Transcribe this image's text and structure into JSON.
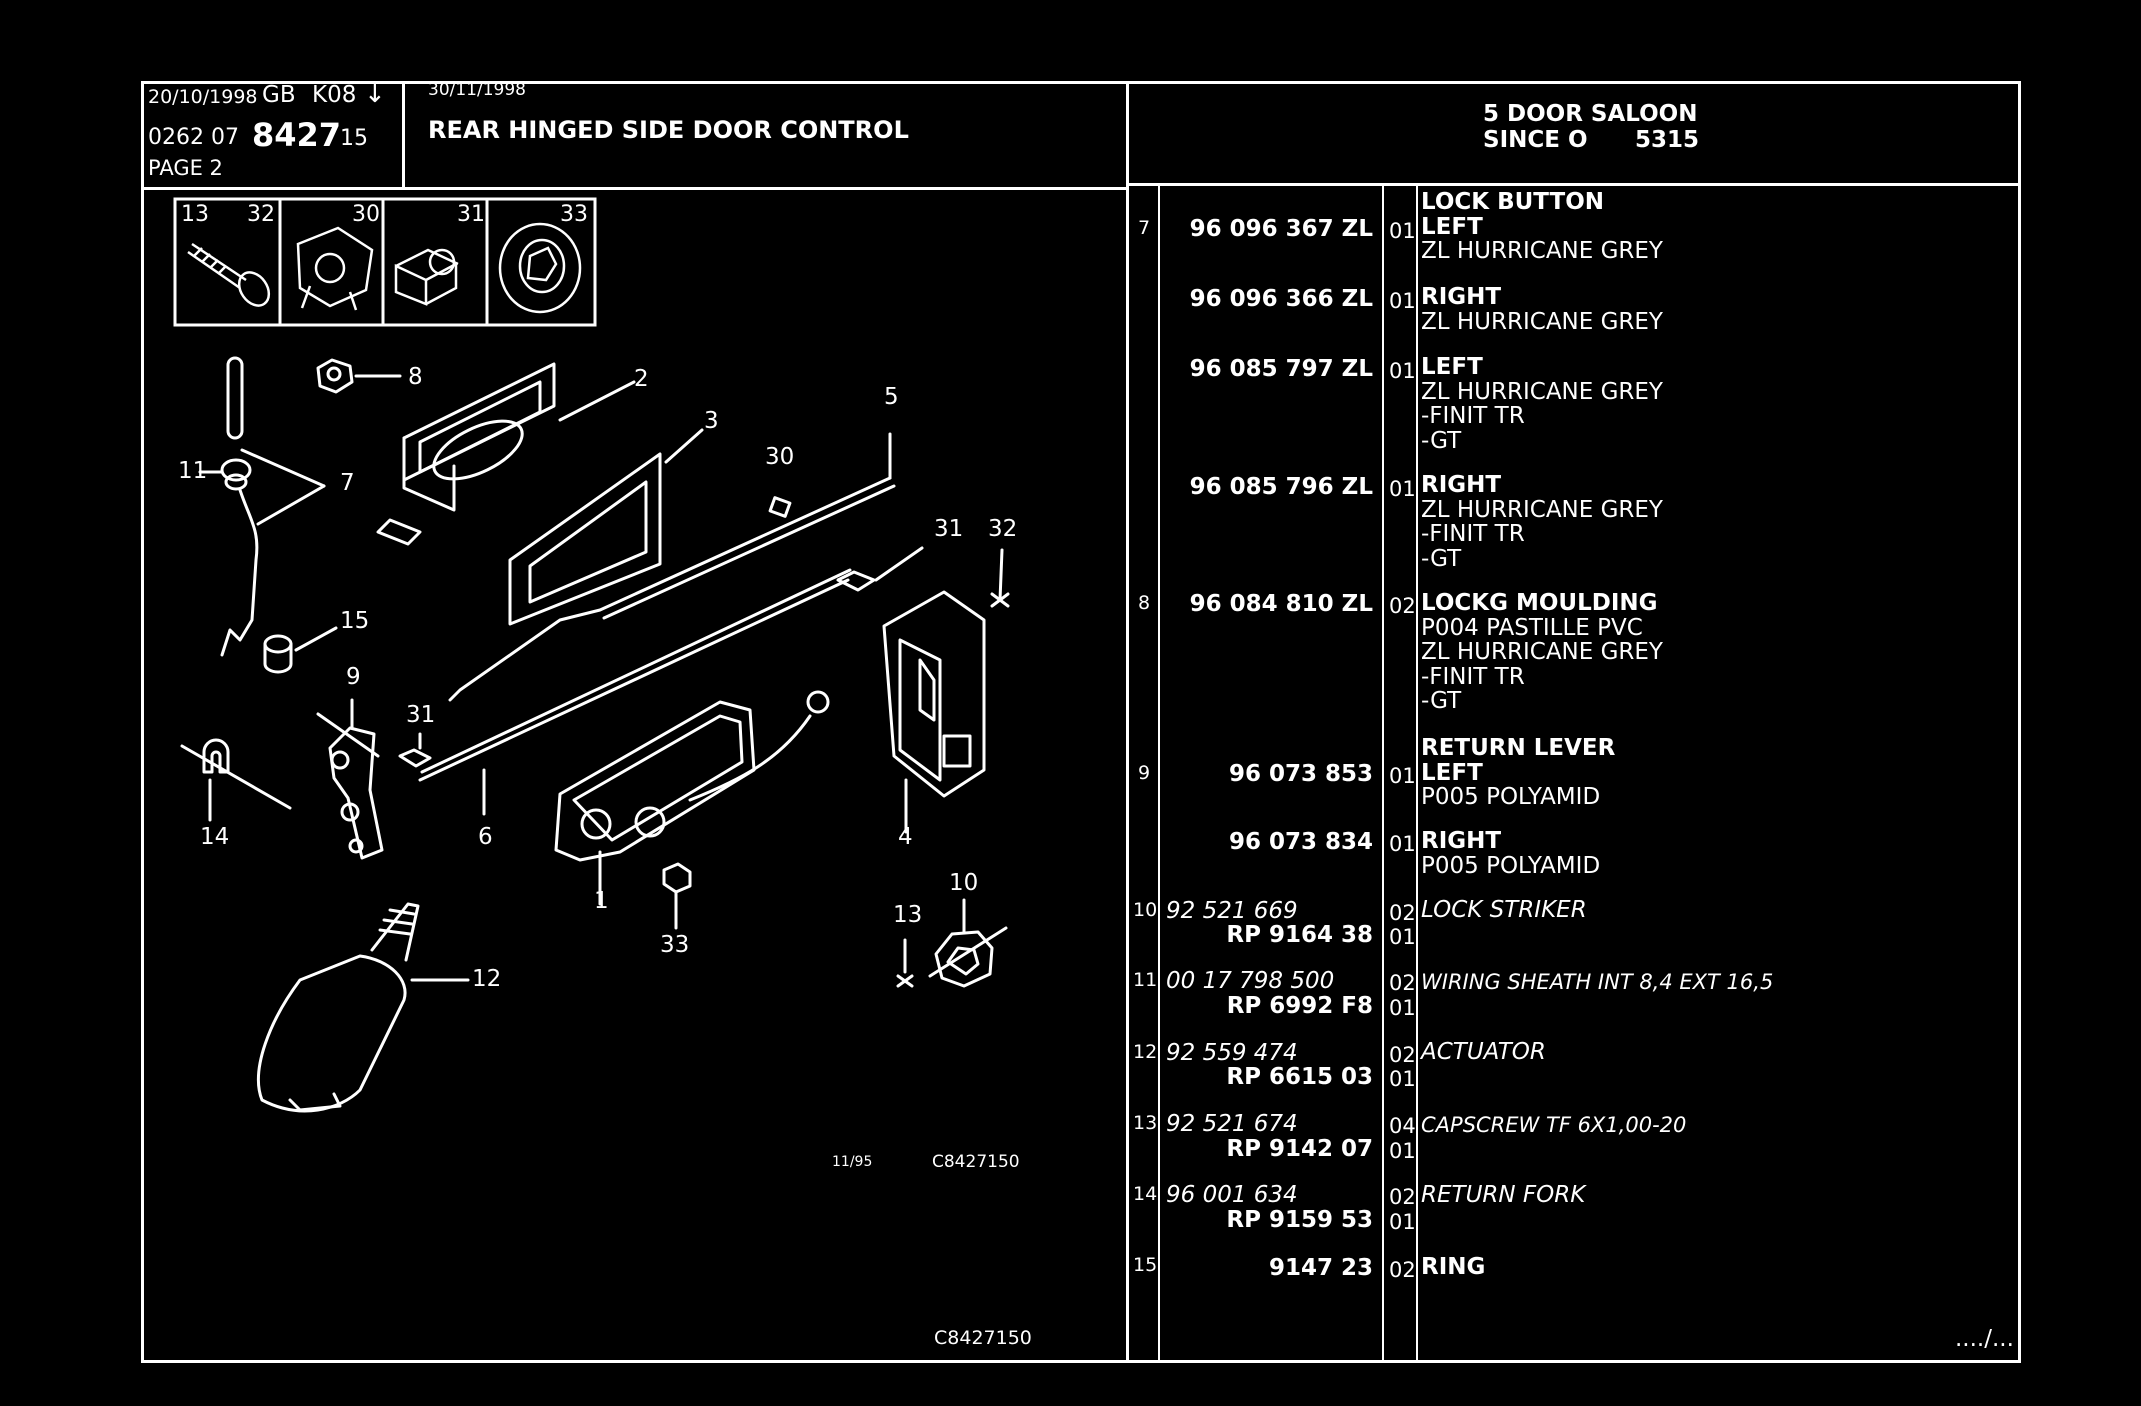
{
  "header": {
    "date_issue": "20/10/1998",
    "region": "GB",
    "code": "K08",
    "ref_prefix": "0262 07",
    "ref_main": "8427",
    "ref_suffix": "15",
    "page": "PAGE 2",
    "date_update": "30/11/1998",
    "title": "REAR HINGED SIDE DOOR CONTROL",
    "model_line1": "5 DOOR SALOON",
    "model_line2": "SINCE O",
    "model_since": "5315"
  },
  "inset_labels": [
    "13",
    "32",
    "30",
    "31",
    "33"
  ],
  "diagram": {
    "callouts": [
      "8",
      "2",
      "3",
      "5",
      "30",
      "7",
      "11",
      "31",
      "32",
      "15",
      "9",
      "31",
      "14",
      "6",
      "1",
      "4",
      "33",
      "10",
      "13",
      "12"
    ],
    "stamp_date": "11/95",
    "stamp_ref": "C8427150",
    "footer_ref": "C8427150"
  },
  "parts": [
    {
      "ref": "7",
      "number": "96 096 367 ZL",
      "qty": "01",
      "lines": [
        "LOCK BUTTON",
        "LEFT",
        "ZL HURRICANE GREY"
      ]
    },
    {
      "ref": "",
      "number": "96 096 366 ZL",
      "qty": "01",
      "lines": [
        "RIGHT",
        "ZL HURRICANE GREY"
      ]
    },
    {
      "ref": "",
      "number": "96 085 797 ZL",
      "qty": "01",
      "lines": [
        "LEFT",
        "ZL HURRICANE GREY",
        "-FINIT TR",
        "-GT"
      ]
    },
    {
      "ref": "",
      "number": "96 085 796 ZL",
      "qty": "01",
      "lines": [
        "RIGHT",
        "ZL HURRICANE GREY",
        "-FINIT TR",
        "-GT"
      ]
    },
    {
      "ref": "8",
      "number": "96 084 810 ZL",
      "qty": "02",
      "lines": [
        "LOCKG MOULDING",
        "P004 PASTILLE PVC",
        "ZL HURRICANE GREY",
        "-FINIT TR",
        "-GT"
      ]
    },
    {
      "ref": "9",
      "number": "96 073 853",
      "qty": "01",
      "lines": [
        "RETURN LEVER",
        "LEFT",
        "P005 POLYAMID"
      ]
    },
    {
      "ref": "",
      "number": "96 073 834",
      "qty": "01",
      "lines": [
        "RIGHT",
        "P005 POLYAMID"
      ]
    },
    {
      "ref": "10",
      "number": "92 521 669",
      "number2": "RP 9164 38",
      "qty": "02",
      "qty2": "01",
      "lines": [
        "LOCK STRIKER"
      ]
    },
    {
      "ref": "11",
      "number": "00 17 798 500",
      "number2": "RP 6992 F8",
      "qty": "02",
      "qty2": "01",
      "lines": [
        "WIRING SHEATH INT 8,4 EXT 16,5"
      ]
    },
    {
      "ref": "12",
      "number": "92 559 474",
      "number2": "RP 6615 03",
      "qty": "02",
      "qty2": "01",
      "lines": [
        "ACTUATOR"
      ]
    },
    {
      "ref": "13",
      "number": "92 521 674",
      "number2": "RP 9142 07",
      "qty": "04",
      "qty2": "01",
      "lines": [
        "CAPSCREW TF 6X1,00-20"
      ]
    },
    {
      "ref": "14",
      "number": "96 001 634",
      "number2": "RP 9159 53",
      "qty": "02",
      "qty2": "01",
      "lines": [
        "RETURN FORK"
      ]
    },
    {
      "ref": "15",
      "number": "9147 23",
      "qty": "02",
      "lines": [
        "RING"
      ]
    }
  ],
  "continuation": "..../...",
  "colors": {
    "background": "#000000",
    "ink": "#ffffff"
  }
}
